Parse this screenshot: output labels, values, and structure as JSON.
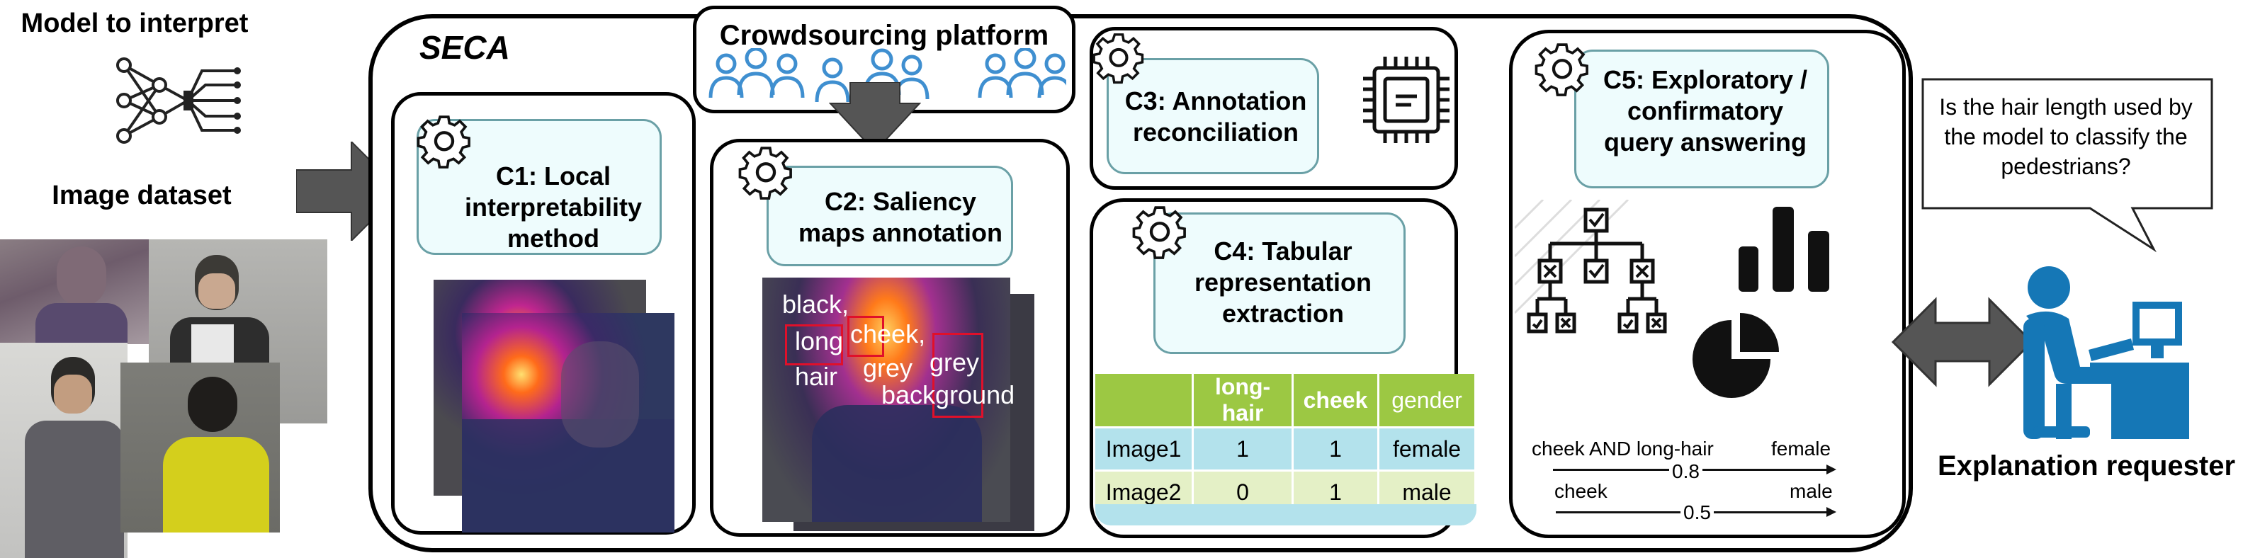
{
  "colors": {
    "panel_fill": "#eefcfd",
    "panel_border": "#6aa0a6",
    "user_blue": "#1577b6",
    "crowd_blue": "#3f8fd0",
    "table_header": "#9cc843",
    "table_row_blue": "#b3e2ec",
    "table_row_green": "#e4f0c6",
    "highlight_red": "#e0102a"
  },
  "left": {
    "model_label": "Model to interpret",
    "dataset_label": "Image dataset"
  },
  "seca": {
    "title": "SECA"
  },
  "crowd": {
    "label": "Crowdsourcing platform"
  },
  "c1": {
    "title": "C1: Local interpretability method"
  },
  "c2": {
    "title": "C2: Saliency maps annotation",
    "annotations": {
      "black": "black,",
      "long": "long",
      "hair": "hair",
      "cheek": "cheek,",
      "grey1": "grey",
      "grey2": "grey",
      "background": "background"
    }
  },
  "c3": {
    "title": "C3: Annotation reconciliation"
  },
  "c4": {
    "title": "C4: Tabular representation extraction",
    "table": {
      "header": [
        "",
        "long-hair",
        "cheek",
        "gender"
      ],
      "rows": [
        [
          "Image1",
          "1",
          "1",
          "female"
        ],
        [
          "Image2",
          "0",
          "1",
          "male"
        ]
      ]
    }
  },
  "c5": {
    "title": "C5: Exploratory / confirmatory query answering",
    "rules": [
      {
        "antecedent": "cheek AND long-hair",
        "consequent": "female",
        "value": "0.8"
      },
      {
        "antecedent": "cheek",
        "consequent": "male",
        "value": "0.5"
      }
    ]
  },
  "requester": {
    "question": "Is the hair length used by the model to classify the pedestrians?",
    "label": "Explanation requester"
  }
}
